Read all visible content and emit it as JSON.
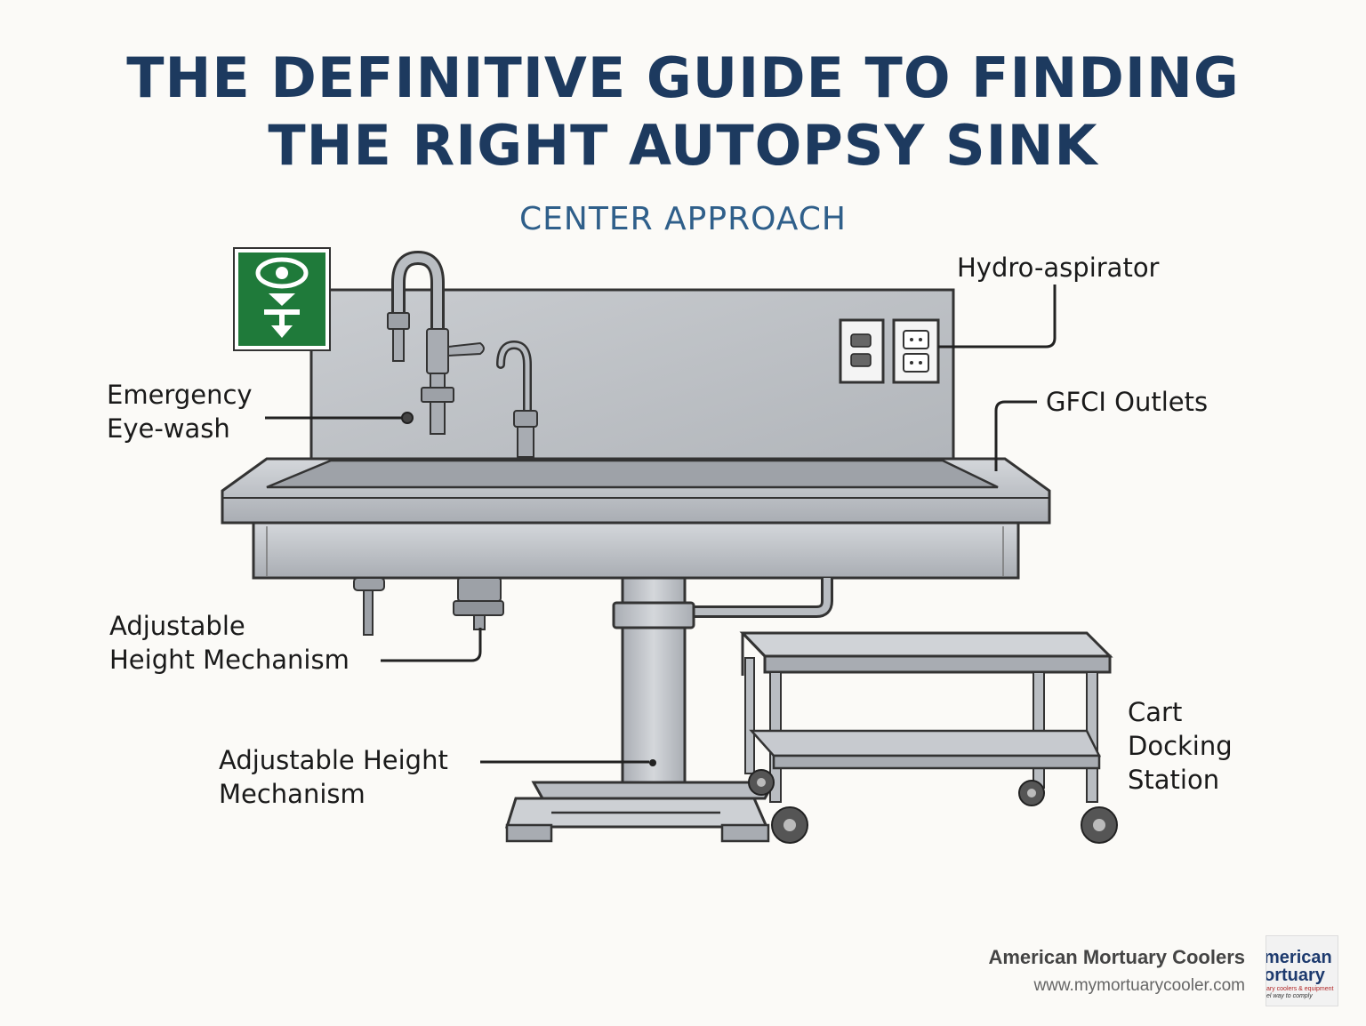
{
  "title": {
    "line1": "THE DEFINITIVE GUIDE TO FINDING",
    "line2": "THE RIGHT AUTOPSY SINK"
  },
  "subtitle": "CENTER APPROACH",
  "labels": {
    "hydro_aspirator": "Hydro-aspirator",
    "gfci_outlets": "GFCI Outlets",
    "eyewash_line1": "Emergency",
    "eyewash_line2": "Eye-wash",
    "height_mech_1_line1": "Adjustable",
    "height_mech_1_line2": "Height Mechanism",
    "height_mech_2_line1": "Adjustable Height",
    "height_mech_2_line2": "Mechanism",
    "cart_line1": "Cart",
    "cart_line2": "Docking",
    "cart_line3": "Station"
  },
  "brand": {
    "name": "American Mortuary Coolers",
    "url": "www.mymortuarycooler.com",
    "logo_line1": "merican",
    "logo_line2": "ortuary",
    "logo_line3": "ary coolers & equipment",
    "logo_line4": "el way to comply"
  },
  "colors": {
    "title": "#1d3a5f",
    "subtitle": "#2f5f8a",
    "eyewash_sign": "#1f7a3a",
    "steel": "#b8bcc1"
  },
  "icons": [
    "eyewash-sign-icon",
    "faucet-icon",
    "outlet-icon",
    "caster-wheel-icon"
  ]
}
